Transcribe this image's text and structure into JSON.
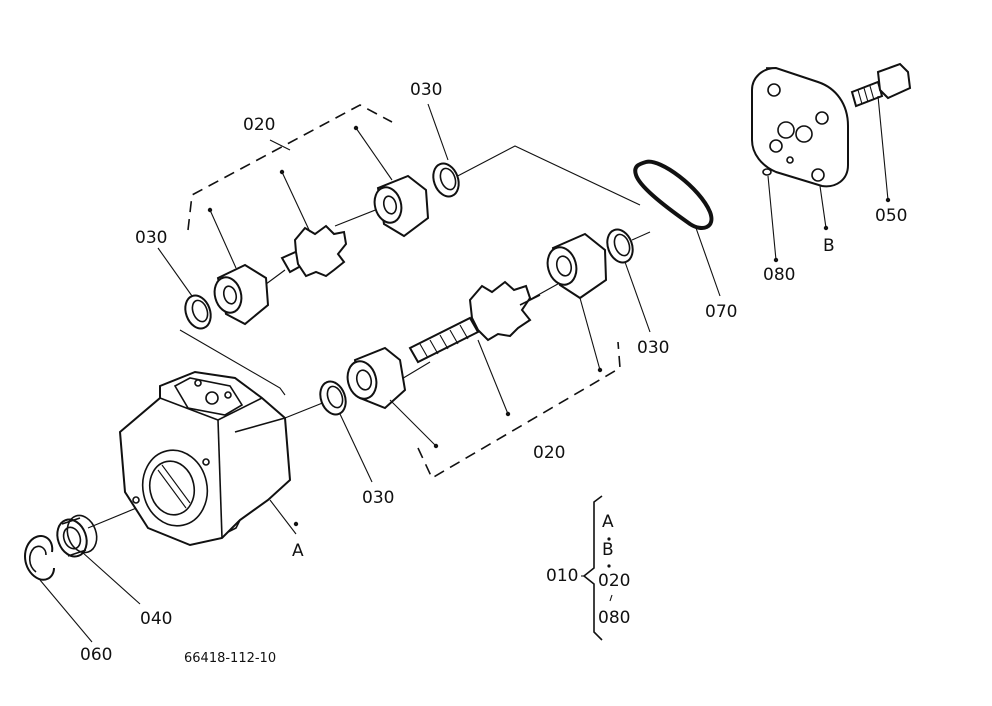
{
  "labels": {
    "part_030_top": "030",
    "group_020_top": "020",
    "part_030_left": "030",
    "part_070": "070",
    "part_030_right": "030",
    "group_020_bottom": "020",
    "part_030_bottom": "030",
    "housing_A": "A",
    "part_040": "040",
    "part_060": "060",
    "cover_B": "B",
    "part_050": "050",
    "part_080": "080",
    "drawing_number": "66418-112-10"
  },
  "assembly_010": {
    "code": "010",
    "components": [
      "A",
      "B",
      "020",
      "080"
    ]
  }
}
